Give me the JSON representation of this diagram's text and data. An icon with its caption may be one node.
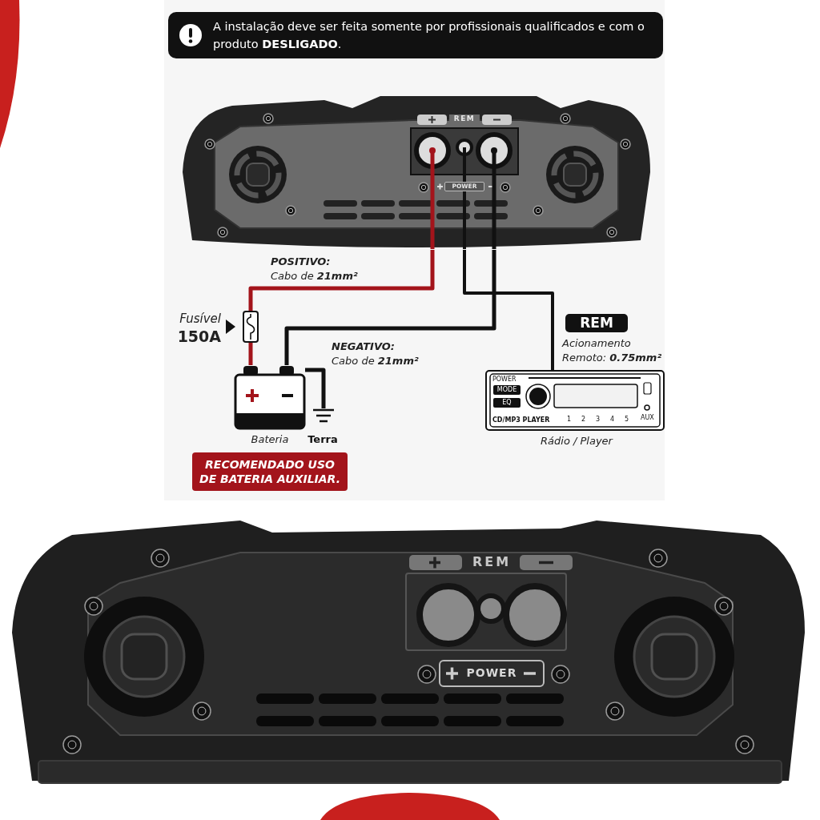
{
  "diagram": {
    "nodes": [
      {
        "text": [
          "A instalação deve ser feita somente por profissionais qualificados e com o produto **DESLIGADO**."
        ]
      },
      {
        "text": [],
        "shape": "picture"
      },
      {
        "text": [],
        "shape": "picture",
        "beside": [
          "Fusível",
          "150A"
        ]
      },
      {
        "text": [],
        "shape": "picture",
        "beside": [
          "Bateria"
        ]
      },
      {
        "text": [],
        "shape": "picture",
        "beside": [
          "Terra"
        ]
      },
      {
        "text": [],
        "shape": "picture",
        "beside": [
          "Rádio / Player"
        ]
      },
      {
        "text": [
          "REM"
        ],
        "beside": [
          "Acionamento Remoto: **0.75mm²**"
        ]
      },
      {
        "text": [
          "RECOMENDADO USO DE BATERIA AUXILIAR."
        ]
      },
      {
        "text": [],
        "shape": "picture"
      }
    ],
    "edges": [
      {
        "from": 1,
        "to": 2,
        "arrow": "none",
        "label": "**POSITIVO:** Cabo de **21mm²**",
        "color": "#a3141b"
      },
      {
        "from": 2,
        "to": 3,
        "arrow": "none",
        "color": "#a3141b"
      },
      {
        "from": 1,
        "to": 3,
        "arrow": "none",
        "label": "**NEGATIVO:** Cabo de **21mm²**"
      },
      {
        "from": 3,
        "to": 4,
        "arrow": "none"
      },
      {
        "from": 1,
        "to": 5,
        "arrow": "none"
      }
    ],
    "labels": [
      "REM",
      "POWER",
      "POWER",
      "MODE",
      "EQ",
      "CD/MP3 PLAYER",
      "1",
      "2",
      "3",
      "4",
      "5",
      "AUX",
      "REM",
      "POWER"
    ]
  }
}
